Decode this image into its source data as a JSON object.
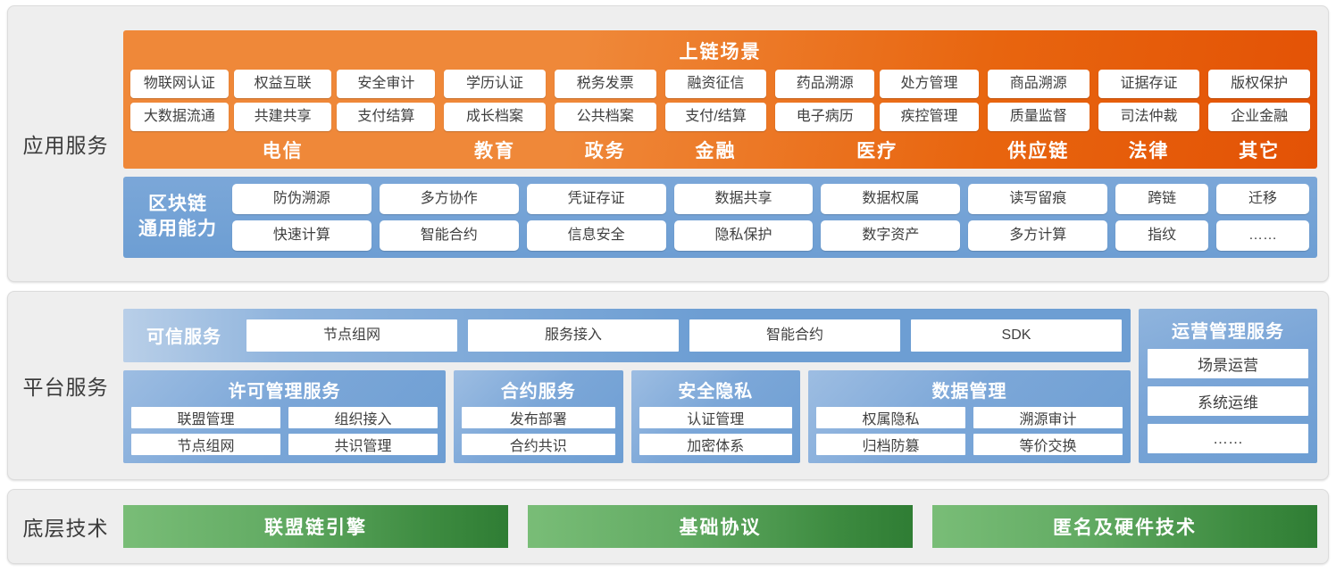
{
  "layers": {
    "application": {
      "label": "应用服务"
    },
    "platform": {
      "label": "平台服务"
    },
    "technology": {
      "label": "底层技术"
    }
  },
  "application": {
    "scenario_title": "上链场景",
    "sectors": [
      {
        "name": "电信",
        "row1": [
          "物联网认证",
          "权益互联",
          "安全审计"
        ],
        "row2": [
          "大数据流通",
          "共建共享",
          "支付结算"
        ]
      },
      {
        "name": "教育",
        "row1": [
          "学历认证"
        ],
        "row2": [
          "成长档案"
        ]
      },
      {
        "name": "政务",
        "row1": [
          "税务发票"
        ],
        "row2": [
          "公共档案"
        ]
      },
      {
        "name": "金融",
        "row1": [
          "融资征信"
        ],
        "row2": [
          "支付/结算"
        ]
      },
      {
        "name": "医疗",
        "row1": [
          "药品溯源",
          "处方管理"
        ],
        "row2": [
          "电子病历",
          "疾控管理"
        ]
      },
      {
        "name": "供应链",
        "row1": [
          "商品溯源"
        ],
        "row2": [
          "质量监督"
        ]
      },
      {
        "name": "法律",
        "row1": [
          "证据存证"
        ],
        "row2": [
          "司法仲裁"
        ]
      },
      {
        "name": "其它",
        "row1": [
          "版权保护"
        ],
        "row2": [
          "企业金融"
        ]
      }
    ],
    "capability": {
      "label_line1": "区块链",
      "label_line2": "通用能力",
      "row1": [
        "防伪溯源",
        "多方协作",
        "凭证存证",
        "数据共享",
        "数据权属",
        "读写留痕",
        "跨链",
        "迁移"
      ],
      "row2": [
        "快速计算",
        "智能合约",
        "信息安全",
        "隐私保护",
        "数字资产",
        "多方计算",
        "指纹",
        "……"
      ]
    }
  },
  "platform": {
    "trusted": {
      "label": "可信服务",
      "items": [
        "节点组网",
        "服务接入",
        "智能合约",
        "SDK"
      ]
    },
    "groups": [
      {
        "title": "许可管理服务",
        "row1": [
          "联盟管理",
          "组织接入"
        ],
        "row2": [
          "节点组网",
          "共识管理"
        ]
      },
      {
        "title": "合约服务",
        "row1": [
          "发布部署"
        ],
        "row2": [
          "合约共识"
        ]
      },
      {
        "title": "安全隐私",
        "row1": [
          "认证管理"
        ],
        "row2": [
          "加密体系"
        ]
      },
      {
        "title": "数据管理",
        "row1": [
          "权属隐私",
          "溯源审计"
        ],
        "row2": [
          "归档防篡",
          "等价交换"
        ]
      }
    ],
    "operations": {
      "title": "运营管理服务",
      "items": [
        "场景运营",
        "系统运维",
        "……"
      ]
    }
  },
  "technology": {
    "bars": [
      "联盟链引擎",
      "基础协议",
      "匿名及硬件技术"
    ]
  },
  "colors": {
    "orange_light": "#ef8839",
    "orange_dark": "#e35205",
    "blue": "#6d9ed3",
    "blue_light": "#9dbde2",
    "green_light": "#79bd77",
    "green_dark": "#2f7d34",
    "card_bg": "#eeeeee",
    "chip_bg": "#ffffff"
  }
}
